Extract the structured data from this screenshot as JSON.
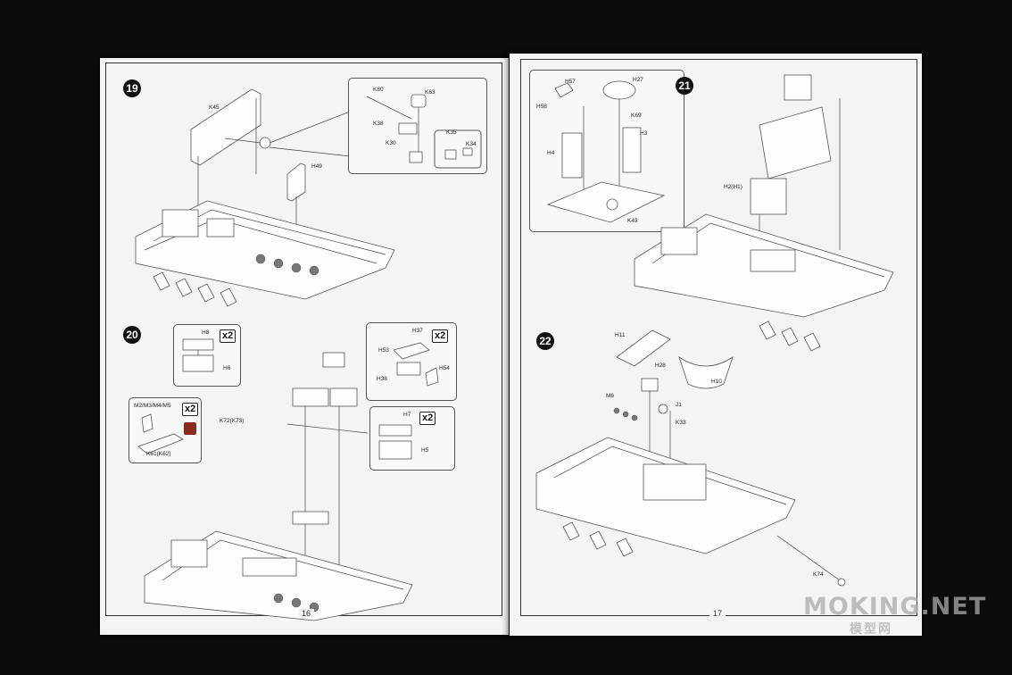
{
  "left_page": {
    "page_number": "16",
    "steps": {
      "s19": {
        "number": "19",
        "labels": {
          "k45": "K45",
          "h49": "H49",
          "k80": "K80",
          "k63": "K63",
          "k38": "K38",
          "k30": "K30",
          "k35": "K35",
          "k34": "K34"
        }
      },
      "s20": {
        "number": "20",
        "labels": {
          "h8": "H8",
          "h6": "H6",
          "h37": "H37",
          "h53": "H53",
          "h38": "H38",
          "h54": "H54",
          "m": "M2/M3/M4/M5",
          "k72": "K72(K73)",
          "k61": "K61(K62)",
          "h7": "H7",
          "h5": "H5"
        },
        "multipliers": {
          "a": "x2",
          "b": "x2",
          "c": "x2",
          "d": "x2"
        }
      }
    }
  },
  "right_page": {
    "page_number": "17",
    "steps": {
      "s21": {
        "number": "21",
        "labels": {
          "h57": "H57",
          "h27": "H27",
          "h58": "H58",
          "k69": "K69",
          "h3": "H3",
          "h4": "H4",
          "k43": "K43",
          "h2": "H2(H1)"
        }
      },
      "s22": {
        "number": "22",
        "labels": {
          "h11": "H11",
          "h28": "H28",
          "h10": "H10",
          "m6": "M6",
          "j1": "J1",
          "k33": "K33",
          "k74": "K74"
        }
      }
    }
  },
  "watermark": {
    "main": "MOKING.NET",
    "sub": "模型网"
  },
  "colors": {
    "background": "#0c0c0c",
    "paper": "#f4f4f2",
    "step_badge": "#111111",
    "warning_icon": "#8a2b20"
  }
}
